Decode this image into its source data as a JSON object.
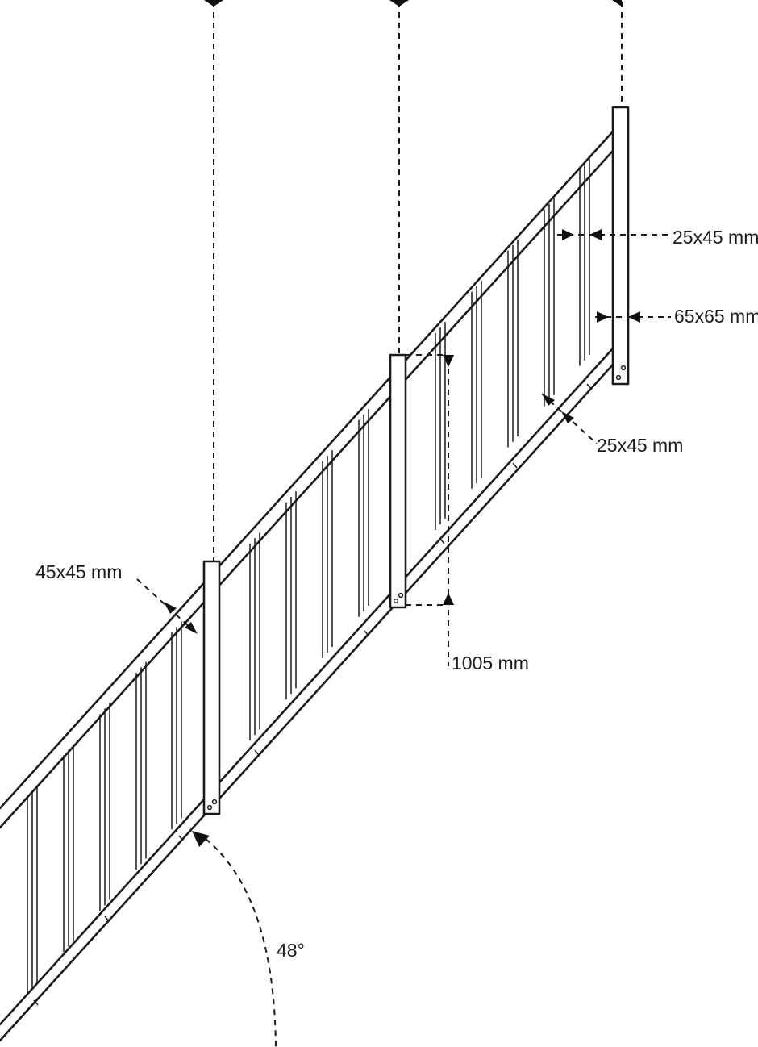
{
  "labels": {
    "handrail": "25x45 mm",
    "post": "65x65 mm",
    "bottom_rail": "25x45 mm",
    "baluster": "45x45 mm",
    "height": "1005 mm",
    "angle": "48°"
  }
}
